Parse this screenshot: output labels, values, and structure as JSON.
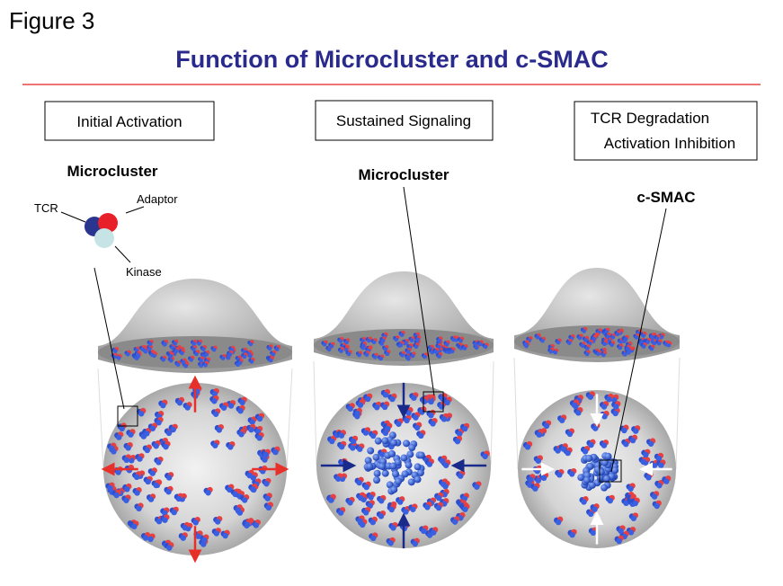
{
  "figure_label": "Figure 3",
  "title": "Function of Microcluster and c-SMAC",
  "colors": {
    "title": "#2a2a8c",
    "rule": "#e02020",
    "tcr": "#2a3590",
    "adaptor": "#e8202a",
    "kinase": "#c6e4e6",
    "cell": "#c8c8c8"
  },
  "panels": [
    {
      "box_lines": [
        "Initial Activation"
      ],
      "label": "Microcluster"
    },
    {
      "box_lines": [
        "Sustained Signaling"
      ],
      "label": "Microcluster"
    },
    {
      "box_lines": [
        "TCR Degradation",
        "Activation Inhibition"
      ],
      "label": "c-SMAC"
    }
  ],
  "legend": {
    "tcr": "TCR",
    "adaptor": "Adaptor",
    "kinase": "Kinase"
  }
}
